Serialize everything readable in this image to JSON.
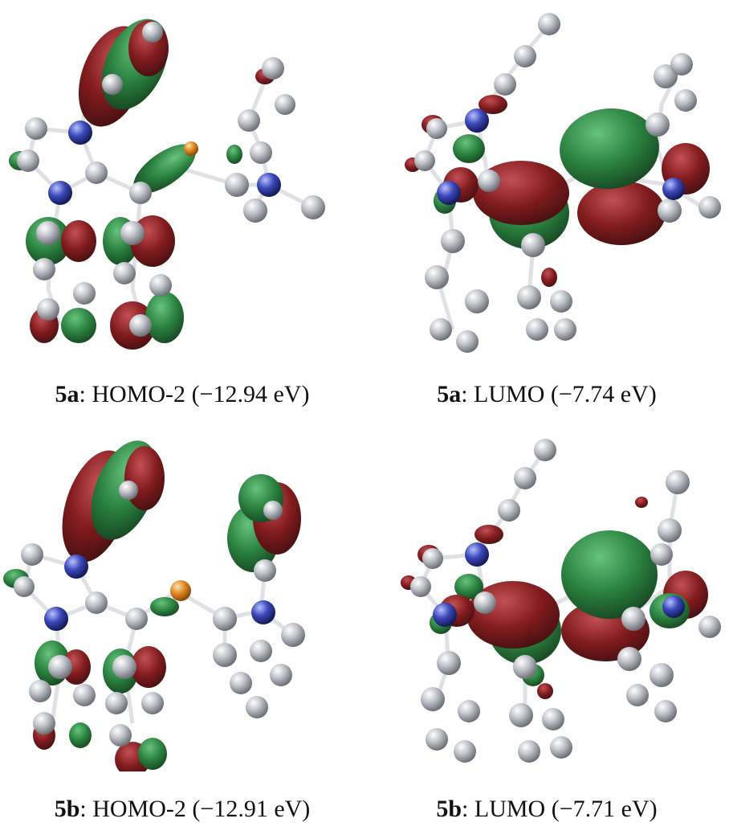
{
  "panels": [
    {
      "id": "5a",
      "label": "5a",
      "orbital": "HOMO-2",
      "energy": "(−12.94 eV)"
    },
    {
      "id": "5a",
      "label": "5a",
      "orbital": "LUMO",
      "energy": "(−7.74 eV)"
    },
    {
      "id": "5b",
      "label": "5b",
      "orbital": "HOMO-2",
      "energy": "(−12.91 eV)"
    },
    {
      "id": "5b",
      "label": "5b",
      "orbital": "LUMO",
      "energy": "(−7.71 eV)"
    }
  ],
  "colors": {
    "carbon": "#b9bcc2",
    "nitrogen": "#3b48b8",
    "phosphorus": "#e08a25",
    "lobe_positive": "#1f7a35",
    "lobe_negative": "#7a0f12"
  }
}
